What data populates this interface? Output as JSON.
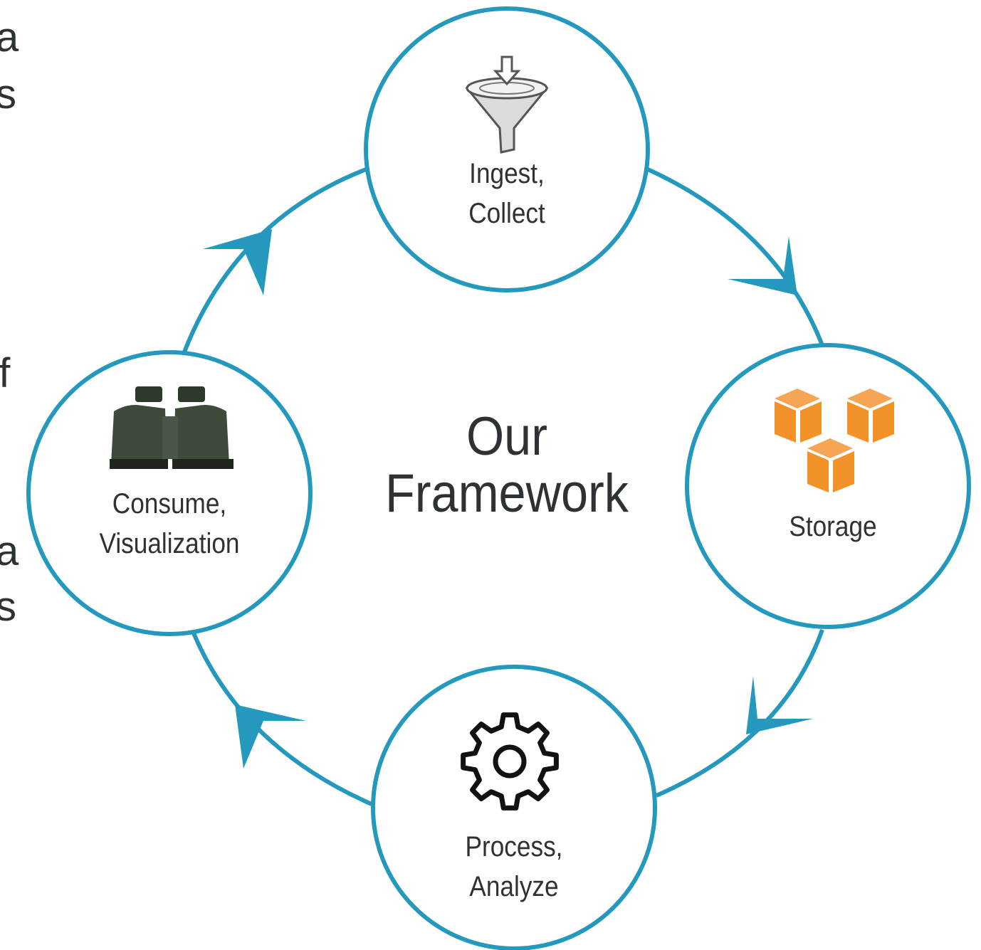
{
  "title": [
    "Our",
    "Framework"
  ],
  "nodes": {
    "ingest": {
      "lines": [
        "Ingest,",
        "Collect"
      ],
      "icon": "funnel-icon"
    },
    "storage": {
      "lines": [
        "Storage"
      ],
      "icon": "storage-cubes-icon"
    },
    "process": {
      "lines": [
        "Process,",
        "Analyze"
      ],
      "icon": "gear-icon"
    },
    "consume": {
      "lines": [
        "Consume,",
        "Visualization"
      ],
      "icon": "binoculars-icon"
    }
  },
  "edge_fragments": [
    "a",
    "s",
    "of",
    "a",
    "s"
  ],
  "colors": {
    "ring": "#2499bd",
    "text": "#2f3235",
    "storage_orange": "#f4922a",
    "binocular_green": "#3e4a3a"
  }
}
